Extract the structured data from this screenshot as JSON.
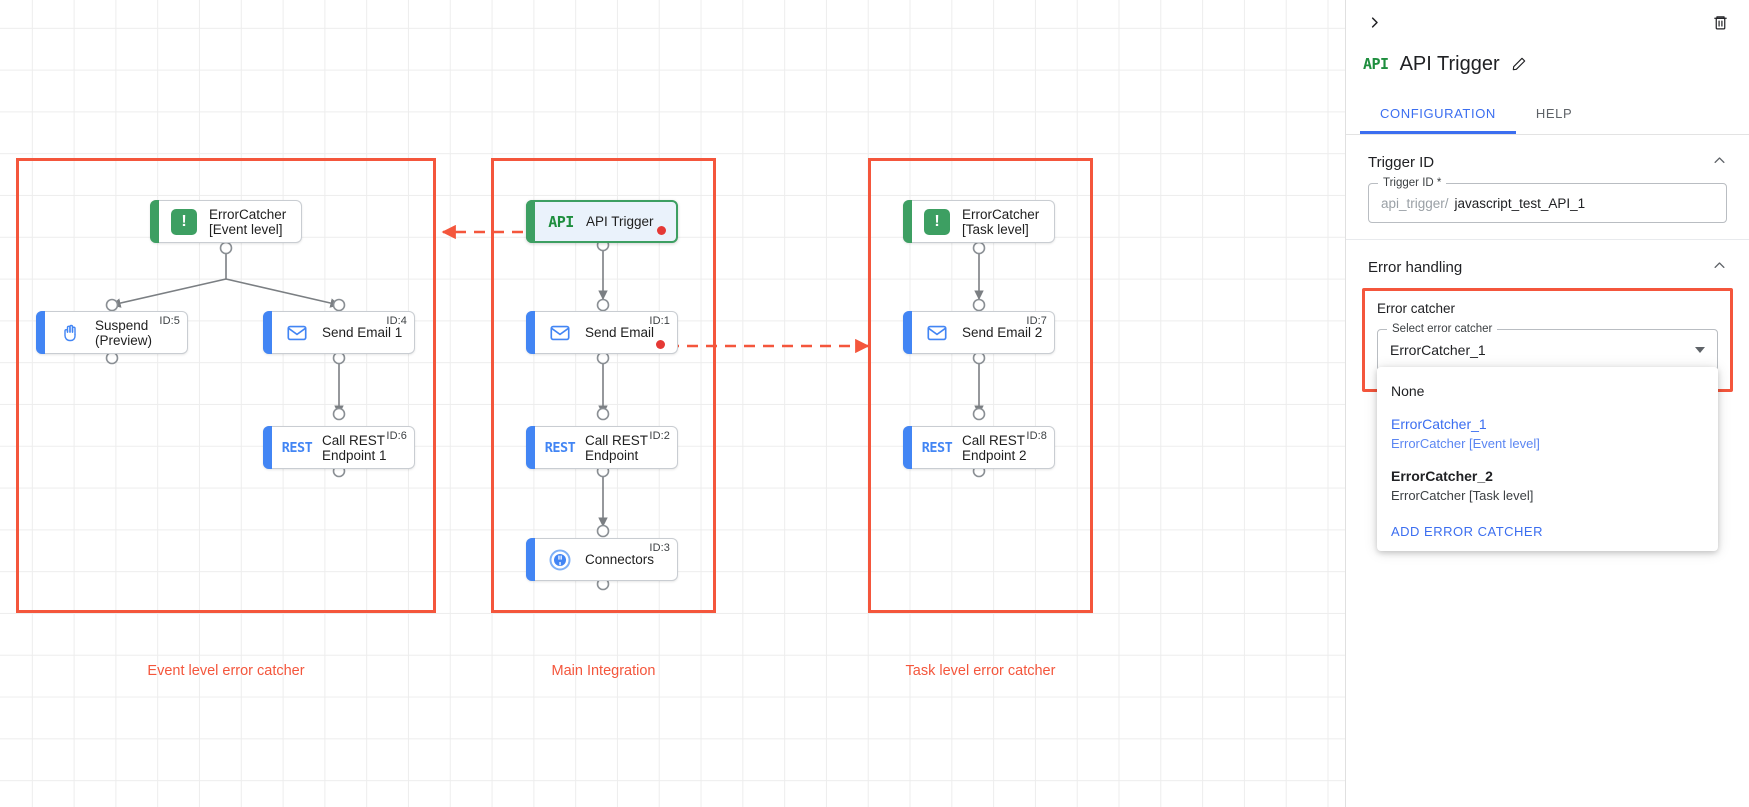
{
  "canvas": {
    "groups": [
      {
        "caption": "Event level error catcher"
      },
      {
        "caption": "Main Integration"
      },
      {
        "caption": "Task level error catcher"
      }
    ],
    "nodes": [
      {
        "key": "ec1",
        "label": "ErrorCatcher\n[Event level]",
        "icon": "error-catcher-icon",
        "id": ""
      },
      {
        "key": "suspend",
        "label": "Suspend\n(Preview)",
        "icon": "hand-icon",
        "id": "ID:5"
      },
      {
        "key": "email1",
        "label": "Send Email 1",
        "icon": "envelope-icon",
        "id": "ID:4"
      },
      {
        "key": "rest1",
        "label": "Call REST\nEndpoint 1",
        "icon": "rest-icon",
        "id": "ID:6"
      },
      {
        "key": "apitrigger",
        "label": "API Trigger",
        "icon": "api-icon",
        "id": ""
      },
      {
        "key": "email0",
        "label": "Send Email",
        "icon": "envelope-icon",
        "id": "ID:1"
      },
      {
        "key": "rest0",
        "label": "Call REST\nEndpoint",
        "icon": "rest-icon",
        "id": "ID:2"
      },
      {
        "key": "connectors",
        "label": "Connectors",
        "icon": "connectors-icon",
        "id": "ID:3"
      },
      {
        "key": "ec2",
        "label": "ErrorCatcher\n[Task level]",
        "icon": "error-catcher-icon",
        "id": ""
      },
      {
        "key": "email2",
        "label": "Send Email 2",
        "icon": "envelope-icon",
        "id": "ID:7"
      },
      {
        "key": "rest2",
        "label": "Call REST\nEndpoint 2",
        "icon": "rest-icon",
        "id": "ID:8"
      }
    ],
    "icon_text": {
      "api": "API",
      "rest": "REST",
      "error": "!"
    },
    "colors": {
      "group_red": "#f4563c",
      "node_blue": "#4285f4",
      "node_green": "#3d9f62",
      "error_dot": "#e53935"
    }
  },
  "panel": {
    "title": "API Trigger",
    "title_icon": "api-icon",
    "collapse_icon": "chevron-right-icon",
    "delete_icon": "trash-icon",
    "edit_icon": "pencil-icon",
    "tabs": [
      {
        "label": "CONFIGURATION",
        "active": true
      },
      {
        "label": "HELP",
        "active": false
      }
    ],
    "trigger_id_section": {
      "title": "Trigger ID",
      "collapse_icon": "chevron-up-icon",
      "field_legend": "Trigger ID *",
      "prefix": "api_trigger/",
      "value": "javascript_test_API_1"
    },
    "error_handling_section": {
      "title": "Error handling",
      "collapse_icon": "chevron-up-icon",
      "error_catcher_label": "Error catcher",
      "select_legend": "Select error catcher",
      "select_value": "ErrorCatcher_1",
      "dropdown_icon": "chevron-down-icon",
      "options": [
        {
          "title": "None",
          "subtitle": "",
          "selected": false,
          "bold": false
        },
        {
          "title": "ErrorCatcher_1",
          "subtitle": "ErrorCatcher [Event level]",
          "selected": true,
          "bold": false
        },
        {
          "title": "ErrorCatcher_2",
          "subtitle": "ErrorCatcher [Task level]",
          "selected": false,
          "bold": true
        }
      ],
      "add_action": "ADD ERROR CATCHER"
    },
    "accent_color": "#3b6ef0"
  }
}
